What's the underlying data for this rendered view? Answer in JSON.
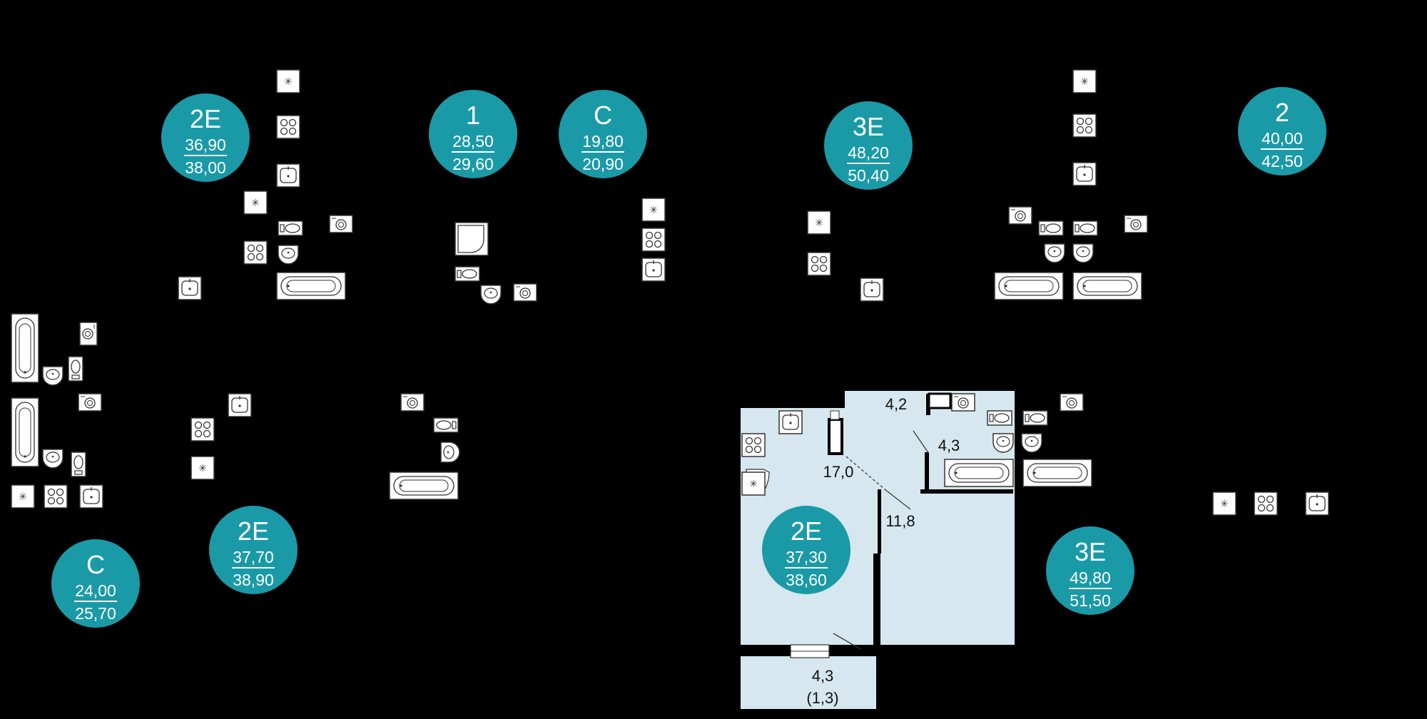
{
  "colors": {
    "background": "#000000",
    "badge": "#1a9aa7",
    "badge_text": "#ffffff",
    "highlight_fill": "#d6e7ef",
    "wall": "#000000",
    "fixture_fill": "#ffffff",
    "fixture_stroke": "#333333"
  },
  "units": [
    {
      "type": "2E",
      "living": "36,90",
      "total": "38,00"
    },
    {
      "type": "1",
      "living": "28,50",
      "total": "29,60"
    },
    {
      "type": "C",
      "living": "19,80",
      "total": "20,90"
    },
    {
      "type": "3E",
      "living": "48,20",
      "total": "50,40"
    },
    {
      "type": "2",
      "living": "40,00",
      "total": "42,50"
    },
    {
      "type": "C",
      "living": "24,00",
      "total": "25,70"
    },
    {
      "type": "2E",
      "living": "37,70",
      "total": "38,90"
    },
    {
      "type": "2E",
      "living": "37,30",
      "total": "38,60"
    },
    {
      "type": "3E",
      "living": "49,80",
      "total": "51,50"
    }
  ],
  "highlighted_unit": {
    "room_areas": {
      "bathroom": "4,2",
      "toilet": "4,3",
      "kitchen_living": "17,0",
      "bedroom": "11,8",
      "balcony": "4,3",
      "balcony_reduced": "(1,3)"
    }
  },
  "fixture_icons": [
    "stove-icon",
    "sink-icon",
    "fridge-icon",
    "toilet-icon",
    "washbasin-icon",
    "washing-machine-icon",
    "bathtub-icon",
    "shower-icon"
  ]
}
